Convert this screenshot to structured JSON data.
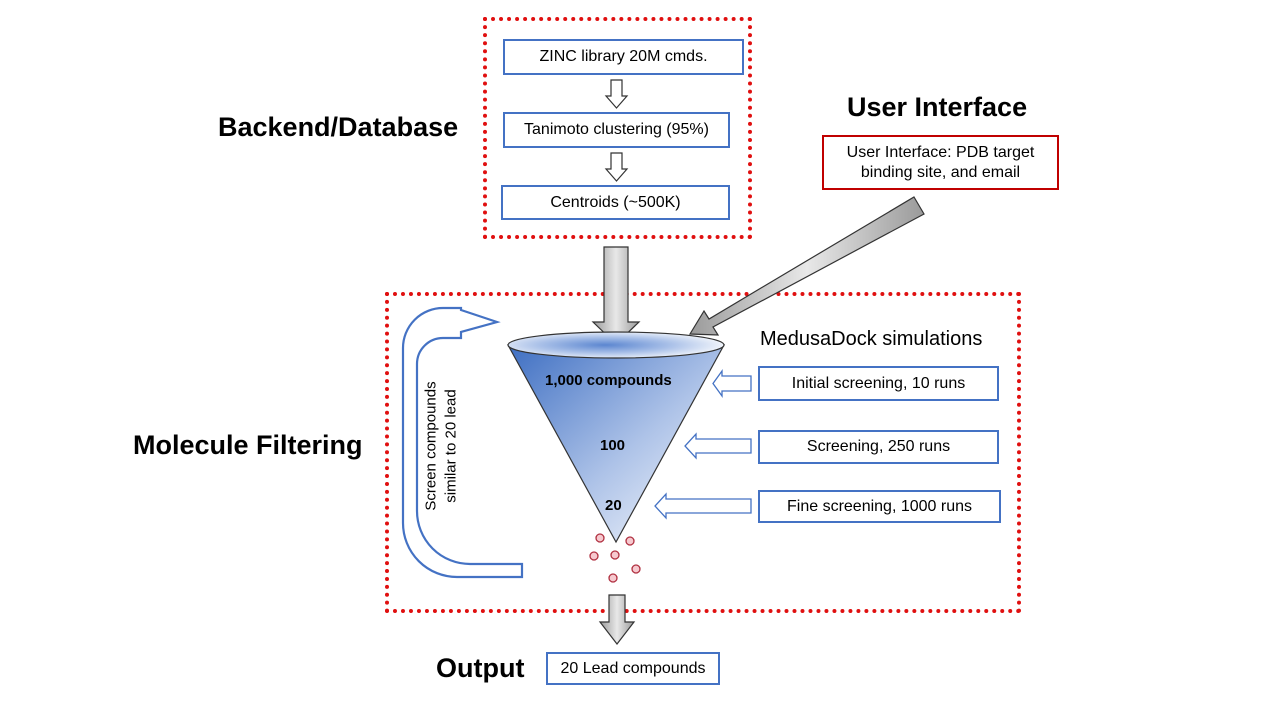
{
  "sections": {
    "backend": "Backend/Database",
    "user_interface": "User Interface",
    "molecule_filtering": "Molecule Filtering",
    "output": "Output"
  },
  "backend_boxes": {
    "zinc": "ZINC library 20M cmds.",
    "tanimoto": "Tanimoto clustering (95%)",
    "centroids": "Centroids (~500K)"
  },
  "ui_box": {
    "line1": "User Interface: PDB target",
    "line2": "binding site, and email"
  },
  "medusadock": {
    "title": "MedusaDock simulations",
    "steps": [
      "Initial screening, 10 runs",
      "Screening, 250 runs",
      "Fine screening, 1000 runs"
    ]
  },
  "funnel": {
    "levels": [
      "1,000 compounds",
      "100",
      "20"
    ]
  },
  "loop_label": {
    "line1": "Screen compounds",
    "line2": "similar to 20 lead"
  },
  "output_box": "20 Lead compounds",
  "colors": {
    "dotted_border": "#e01010",
    "box_blue": "#4472c4",
    "box_red": "#c00000",
    "funnel_blue": "#3d6ec2"
  }
}
